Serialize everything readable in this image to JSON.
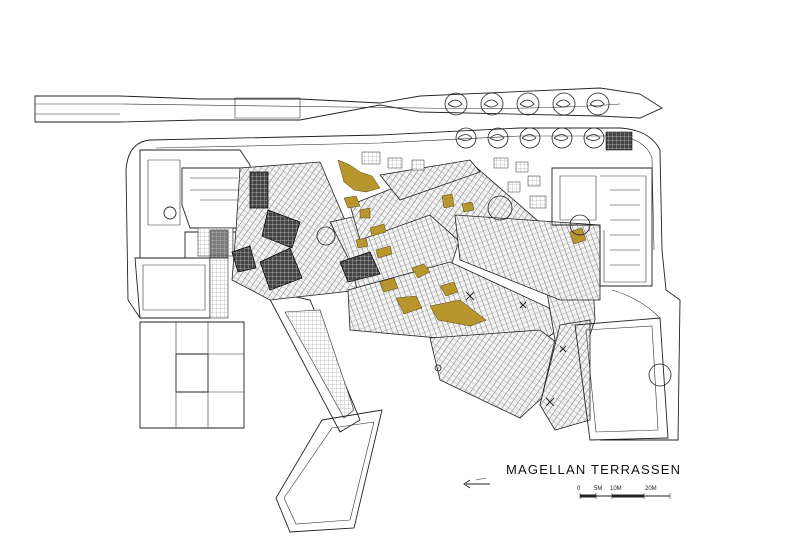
{
  "plan": {
    "title": "MAGELLAN TERRASSEN",
    "scale_labels": [
      "0",
      "5M",
      "10M",
      "20M"
    ],
    "colors": {
      "line": "#222222",
      "accent": "#b8962e",
      "background": "#ffffff"
    },
    "icons": [
      "north-arrow-icon",
      "scale-bar-icon",
      "tree-icon"
    ]
  }
}
